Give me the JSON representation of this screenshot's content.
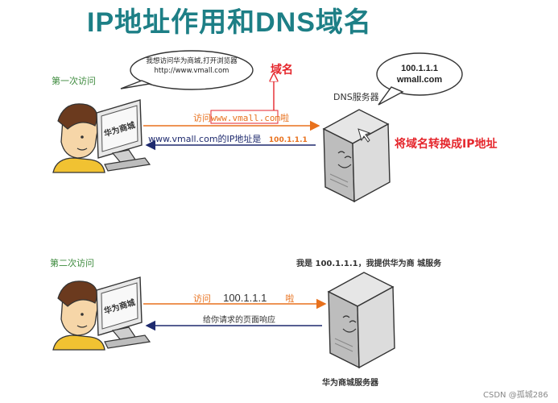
{
  "title": "IP地址作用和DNS域名",
  "scene1": {
    "label": "第一次访问",
    "bubble_line1": "我想访问华为商城,打开浏览器",
    "bubble_line2": "http://www.vmall.com",
    "domain_label": "域名",
    "dns_server_label": "DNS服务器",
    "dns_bubble_line1": "100.1.1.1",
    "dns_bubble_line2": "wmall.com",
    "request_prefix": "访问",
    "request_domain": "www.vmall.com",
    "request_suffix": "啦",
    "response_text": "www.vmall.com的IP地址是",
    "response_ip": "100.1.1.1",
    "translate_label": "将域名转换成IP地址",
    "screen_text": "华为商城"
  },
  "scene2": {
    "label": "第二次访问",
    "server_message": "我是 100.1.1.1，我提供华为商 城服务",
    "request_prefix": "访问",
    "request_ip": "100.1.1.1",
    "request_suffix": "啦",
    "response_text": "给你请求的页面响应",
    "server_label": "华为商城服务器",
    "screen_text": "华为商城"
  },
  "watermark": "CSDN @孤城286",
  "colors": {
    "title": "#1d7f86",
    "accent_red": "#e5262c",
    "request_arrow": "#e8711d",
    "response_arrow": "#1e2a6e"
  }
}
